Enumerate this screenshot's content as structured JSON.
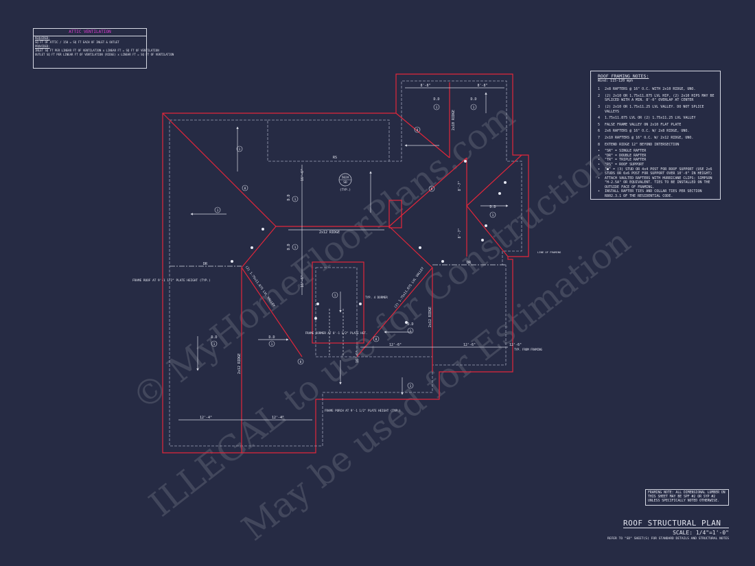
{
  "attic_ventilation": {
    "title": "ATTIC VENTILATION",
    "required_label": "REQUIRED:",
    "required_line": "SQ FT OF ATTIC / 150 = SQ FT EACH OF INLET & OUTLET",
    "provided_label": "PROVIDED:",
    "inlet_line": "INLET SQ FT PER LINEAR FT OF VENTILATION x LINEAR FT = SQ FT OF VENTILATION",
    "outlet_line": "OUTLET SQ FT PER LINEAR FT OF VENTILATION (RIDGE) x LINEAR FT = SQ FT OF VENTILATION"
  },
  "roof_notes": {
    "title": "ROOF FRAMING NOTES:",
    "wind": "Wind: 115-120 mph",
    "items": [
      {
        "num": "1",
        "text": "2x8 RAFTERS @ 16\" O.C. WITH 2x10 RIDGE, UNO."
      },
      {
        "num": "2",
        "text": "(2) 2x10 OR 1.75x11.875 LVL HIP, (2) 2x10 HIPS MAY BE SPLICED WITH A MIN. 8'-0\" OVERLAP AT CENTER"
      },
      {
        "num": "3",
        "text": "(2) 2x10 OR 1.75x11.25 LVL VALLEY. DO NOT SPLICE VALLEYS"
      },
      {
        "num": "4",
        "text": "1.75x11.875 LVL OR (2) 1.75x11.25 LVL VALLEY"
      },
      {
        "num": "5",
        "text": "FALSE FRAME VALLEY ON 2x10 FLAT PLATE"
      },
      {
        "num": "6",
        "text": "2x6 RAFTERS @ 16\" O.C. W/ 2x8 RIDGE, UNO."
      },
      {
        "num": "7",
        "text": "2x10 RAFTERS @ 16\" O.C. W/ 2x12 RIDGE, UNO."
      },
      {
        "num": "8",
        "text": "EXTEND RIDGE 12\" BEYOND INTERSECTION"
      }
    ],
    "bullets": [
      "\"SR\" = SINGLE RAFTER",
      "\"DR\" = DOUBLE RAFTER",
      "\"TR\" = TRIPLE RAFTER",
      "\"RS\" = ROOF SUPPORT",
      "\"●\" = (3) STUD OR 4x4 POST FOR ROOF SUPPORT (USE 2x6 STUDS OR 6x6 POST FOR SUPPORT OVER 10'-0\" IN HEIGHT)",
      "ATTACH VAULTED RAFTERS WITH HURRICANE CLIPS; SIMPSON \"H-2.5A\" OR EQUIVALENT. TIES TO BE INSTALLED ON THE OUTSIDE FACE OF FRAMING.",
      "INSTALL RAFTER TIES AND COLLAR TIES PER SECTION R802.3.1 OF THE RESIDENTIAL CODE."
    ]
  },
  "framing_note": "FRAMING NOTE: ALL DIMENSIONAL LUMBER ON THIS SHEET MAY BE SPF #2 OR SYP #2 UNLESS SPECIFICALLY NOTED OTHERWISE.",
  "sheet": {
    "title": "ROOF STRUCTURAL PLAN",
    "scale": "SCALE: 1/4\"=1'-0\"",
    "refer": "REFER TO \"SD\" SHEET(S) FOR STANDARD DETAILS AND STRUCTURAL NOTES"
  },
  "plan_labels": {
    "ridge_center": "2x12 RIDGE",
    "ridge_left": "2x12 RIDGE",
    "ridge_right": "2x12 RIDGE",
    "ridge_top_right": "2x10 RIDGE",
    "valley_left": "(2) 1.75x11.875 LVL VALLEY",
    "valley_right": "(2) 1.75x11.875 LVL VALLEY",
    "frame_roof": "FRAME ROOF AT 9'-1 1/2\" PLATE HEIGHT (TYP.)",
    "frame_dormer": "FRAME DORMER AT 8'-1 1/2\" PLATE HGT.",
    "frame_porch": "FRAME PORCH AT 9'-1 1/2\" PLATE HEIGHT (TYP.)",
    "typ_dormer": "TYP. 4 DORMER",
    "line_of_framing": "LINE OF FRAMING",
    "typ_from_framing": "TYP. FROM FRAMING",
    "section_tag_top": "502A",
    "section_tag_bottom": "SD",
    "section_typ": "(TYP.)",
    "dr": "DR",
    "rs": "RS",
    "dims": {
      "top_a": "8'-8\"",
      "top_b": "8'-8\"",
      "bottom_left_a": "12'-4\"",
      "bottom_left_b": "12'-4\"",
      "right_a": "12'-6\"",
      "right_b": "12'-6\"",
      "right_c": "12'-6\"",
      "vert_a": "8'-7\"",
      "vert_b": "8'-7\"",
      "vert_c": "16'-6\"",
      "vert_d": "16'-6\"",
      "vert_e": "16'-6\"",
      "slope_dd": "D.D"
    },
    "notes": [
      "1",
      "1",
      "1",
      "1",
      "1",
      "1",
      "1",
      "1",
      "1",
      "1",
      "1",
      "1",
      "8",
      "8",
      "8",
      "8",
      "8"
    ]
  },
  "watermark": {
    "line1": "© MyHomeFloorPlans.com",
    "line2": "ILLEGAL to use for Construction",
    "line3": "May be used for Estimation"
  },
  "colors": {
    "background": "#262b44",
    "roof_outline": "#e3263a",
    "framing": "#d8dbe6",
    "accent_magenta": "#e23ad6",
    "highlight_yellow": "#e8e84a"
  }
}
